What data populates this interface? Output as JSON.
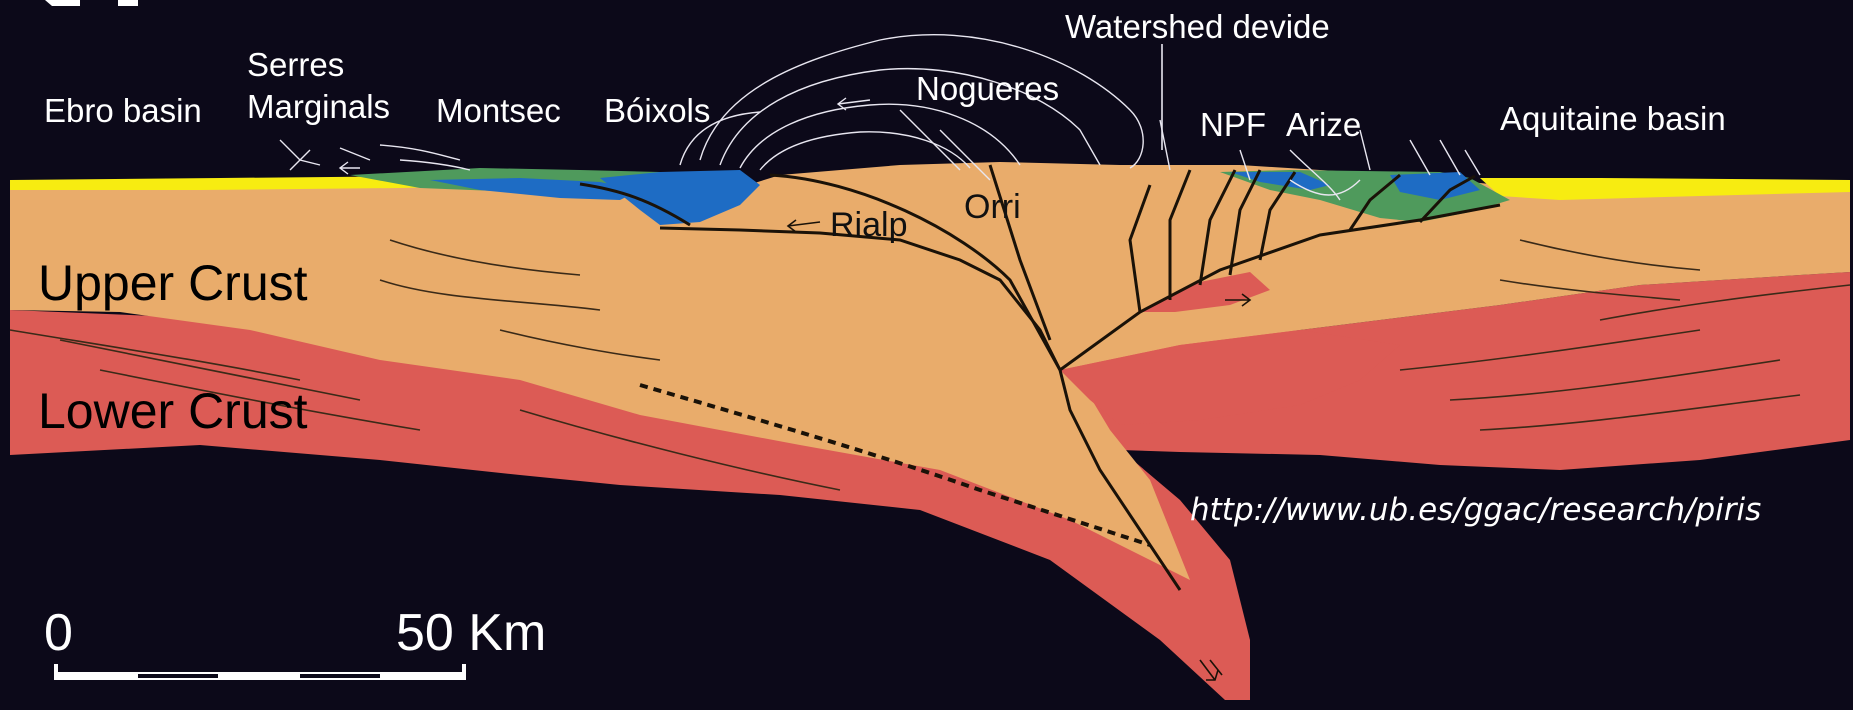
{
  "labels": {
    "watershed": "Watershed devide",
    "serres": "Serres",
    "marginals": "Marginals",
    "ebro": "Ebro basin",
    "montsec": "Montsec",
    "boixols": "Bóixols",
    "nogueres": "Nogueres",
    "npf": "NPF",
    "arize": "Arize",
    "aquitaine": "Aquitaine basin",
    "rialp": "Rialp",
    "orri": "Orri",
    "upper_crust": "Upper Crust",
    "lower_crust": "Lower Crust",
    "url": "http://www.ub.es/ggac/research/piris"
  },
  "scale": {
    "zero": "0",
    "value": "50 Km"
  },
  "colors": {
    "background": "#0c0919",
    "upper_crust": "#e9ac6b",
    "lower_crust": "#dc5b55",
    "basin_fill": "#f7ec11",
    "blue_units": "#1e6cc4",
    "green_units": "#4f9a5c",
    "lines": "#1a1208"
  }
}
